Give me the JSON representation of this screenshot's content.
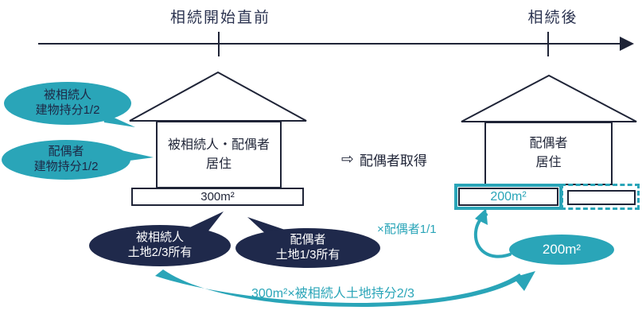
{
  "colors": {
    "teal": "#2aa5b8",
    "navy_bubble": "#1f294b",
    "line_navy": "#1f2437",
    "background": "#ffffff"
  },
  "timeline": {
    "before_label": "相続開始直前",
    "after_label": "相続後"
  },
  "houses": {
    "before": {
      "occupants": "被相続人・配偶者",
      "occupancy": "居住",
      "land_area": "300m²"
    },
    "after": {
      "occupants": "配偶者",
      "occupancy": "居住",
      "land_area": "200m²"
    }
  },
  "bubbles": {
    "decedent_building": {
      "line1": "被相続人",
      "line2": "建物持分1/2"
    },
    "spouse_building": {
      "line1": "配偶者",
      "line2": "建物持分1/2"
    },
    "decedent_land": {
      "line1": "被相続人",
      "line2": "土地2/3所有"
    },
    "spouse_land": {
      "line1": "配偶者",
      "line2": "土地1/3所有"
    }
  },
  "transfer": {
    "arrow_glyph": "⇨",
    "label": "配偶者取得"
  },
  "annotations": {
    "spouse_multiplier": "×配偶者1/1",
    "result_area": "200m²",
    "calculation": "300m²×被相続人土地持分2/3"
  }
}
